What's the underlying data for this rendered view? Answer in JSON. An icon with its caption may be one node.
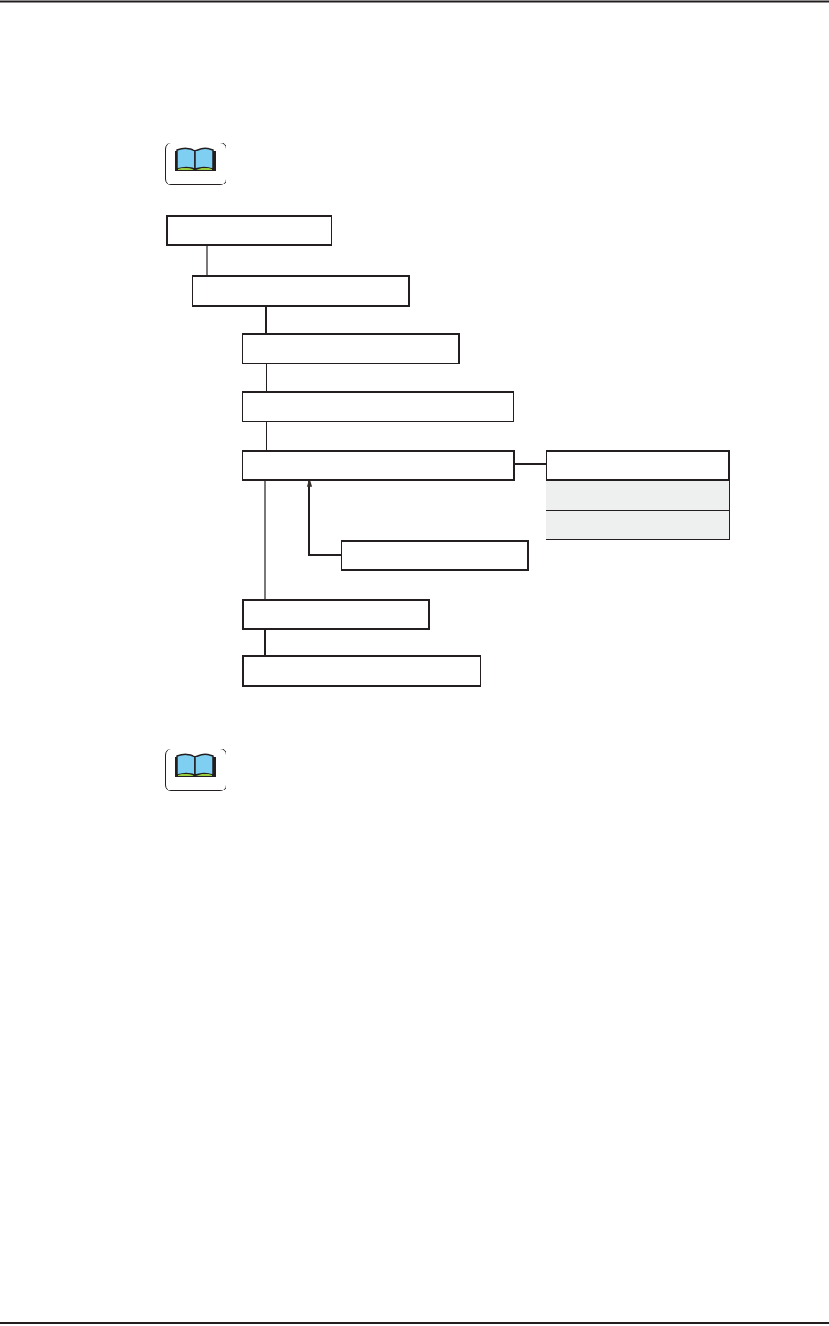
{
  "diagram": {
    "nodes": [
      {
        "text": [],
        "shape": "box"
      },
      {
        "text": [],
        "shape": "box"
      },
      {
        "text": [],
        "shape": "box"
      },
      {
        "text": [],
        "shape": "box"
      },
      {
        "text": [],
        "shape": "box"
      },
      {
        "text": [],
        "shape": "box"
      },
      {
        "text": [],
        "shape": "box"
      },
      {
        "text": [],
        "shape": "box"
      },
      {
        "text": [],
        "shape": "box"
      },
      {
        "text": [],
        "shape": "box"
      },
      {
        "text": [],
        "shape": "box"
      }
    ],
    "edges": [
      {
        "from": 0,
        "to": 1,
        "arrow": "none"
      },
      {
        "from": 1,
        "to": 2,
        "arrow": "none"
      },
      {
        "from": 2,
        "to": 3,
        "arrow": "none"
      },
      {
        "from": 3,
        "to": 4,
        "arrow": "none"
      },
      {
        "from": 4,
        "to": 5,
        "arrow": "none"
      },
      {
        "from": 8,
        "to": 4,
        "arrow": "to"
      },
      {
        "from": 4,
        "to": 9,
        "arrow": "none"
      },
      {
        "from": 9,
        "to": 10,
        "arrow": "none"
      }
    ]
  }
}
